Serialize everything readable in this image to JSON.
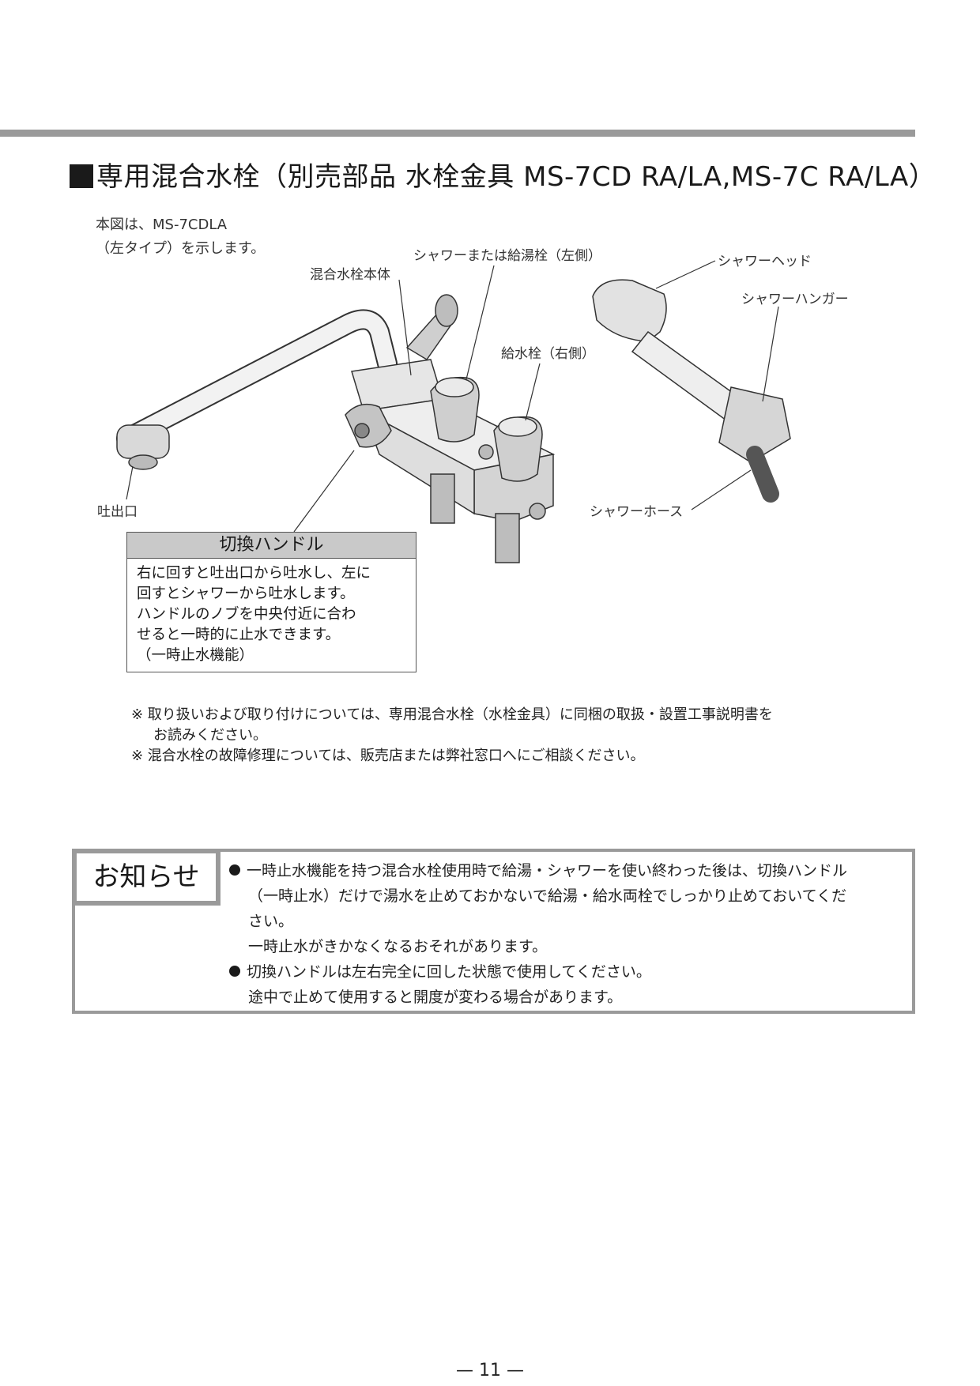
{
  "section": {
    "title": "専用混合水栓（別売部品 水栓金具 MS-7CD RA/LA,MS-7C RA/LA）"
  },
  "figure_note": {
    "line1": "本図は、MS-7CDLA",
    "line2": "（左タイプ）を示します。"
  },
  "callouts": {
    "mixer_body": "混合水栓本体",
    "shower_or_hot_valve": "シャワーまたは給湯栓（左側）",
    "water_valve": "給水栓（右側）",
    "shower_head": "シャワーヘッド",
    "shower_hanger": "シャワーハンガー",
    "spout": "吐出口",
    "shower_hose": "シャワーホース"
  },
  "switch_handle": {
    "title": "切換ハンドル",
    "lines": [
      "右に回すと吐出口から吐水し、左に",
      "回すとシャワーから吐水します。",
      "ハンドルのノブを中央付近に合わ",
      "せると一時的に止水できます。",
      "（一時止水機能）"
    ]
  },
  "remarks": {
    "line1": "※ 取り扱いおよび取り付けについては、専用混合水栓（水栓金具）に同梱の取扱・設置工事説明書を",
    "line1_cont": "お読みください。",
    "line2": "※ 混合水栓の故障修理については、販売店または弊社窓口へにご相談ください。"
  },
  "notice": {
    "label": "お知らせ",
    "item1_line1": "一時止水機能を持つ混合水栓使用時で給湯・シャワーを使い終わった後は、切換ハンドル",
    "item1_line2": "（一時止水）だけで湯水を止めておかないで給湯・給水両栓でしっかり止めておいてくだ",
    "item1_line3": "さい。",
    "item1_line4": "一時止水がきかなくなるおそれがあります。",
    "item2_line1": "切換ハンドルは左右完全に回した状態で使用してください。",
    "item2_line2": "途中で止めて使用すると開度が変わる場合があります。"
  },
  "page_number": "— 11 —",
  "colors": {
    "rule_gray": "#9a9a9a",
    "header_fill": "#c9c9c9",
    "ink": "#1a1a1a"
  }
}
